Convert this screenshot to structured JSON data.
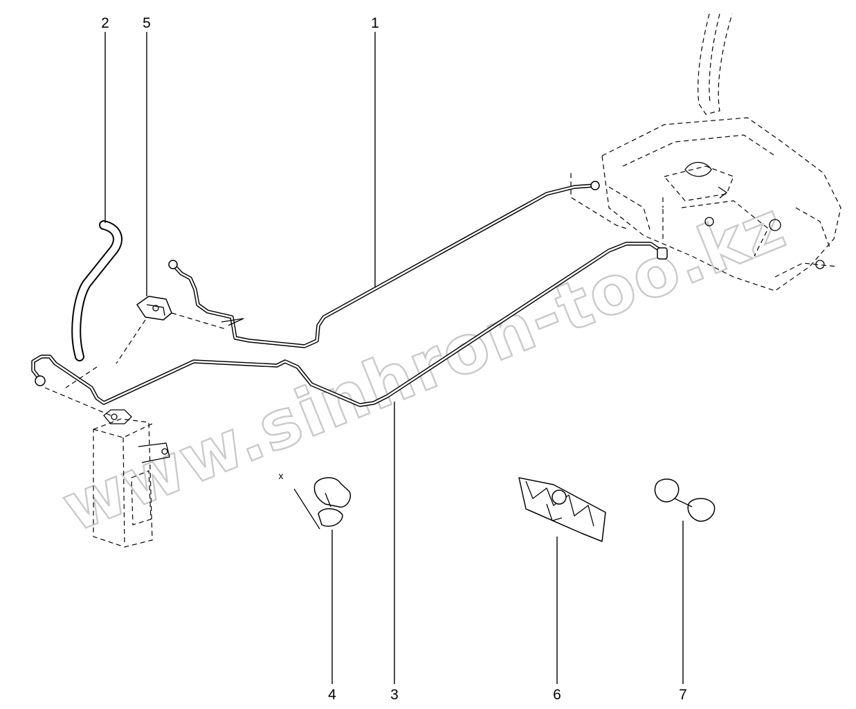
{
  "callouts": {
    "c1": "1",
    "c2": "2",
    "c3": "3",
    "c4": "4",
    "c5": "5",
    "c6": "6",
    "c7": "7"
  },
  "dimension_label": "x",
  "watermark": "www.sinhron-too.kz"
}
